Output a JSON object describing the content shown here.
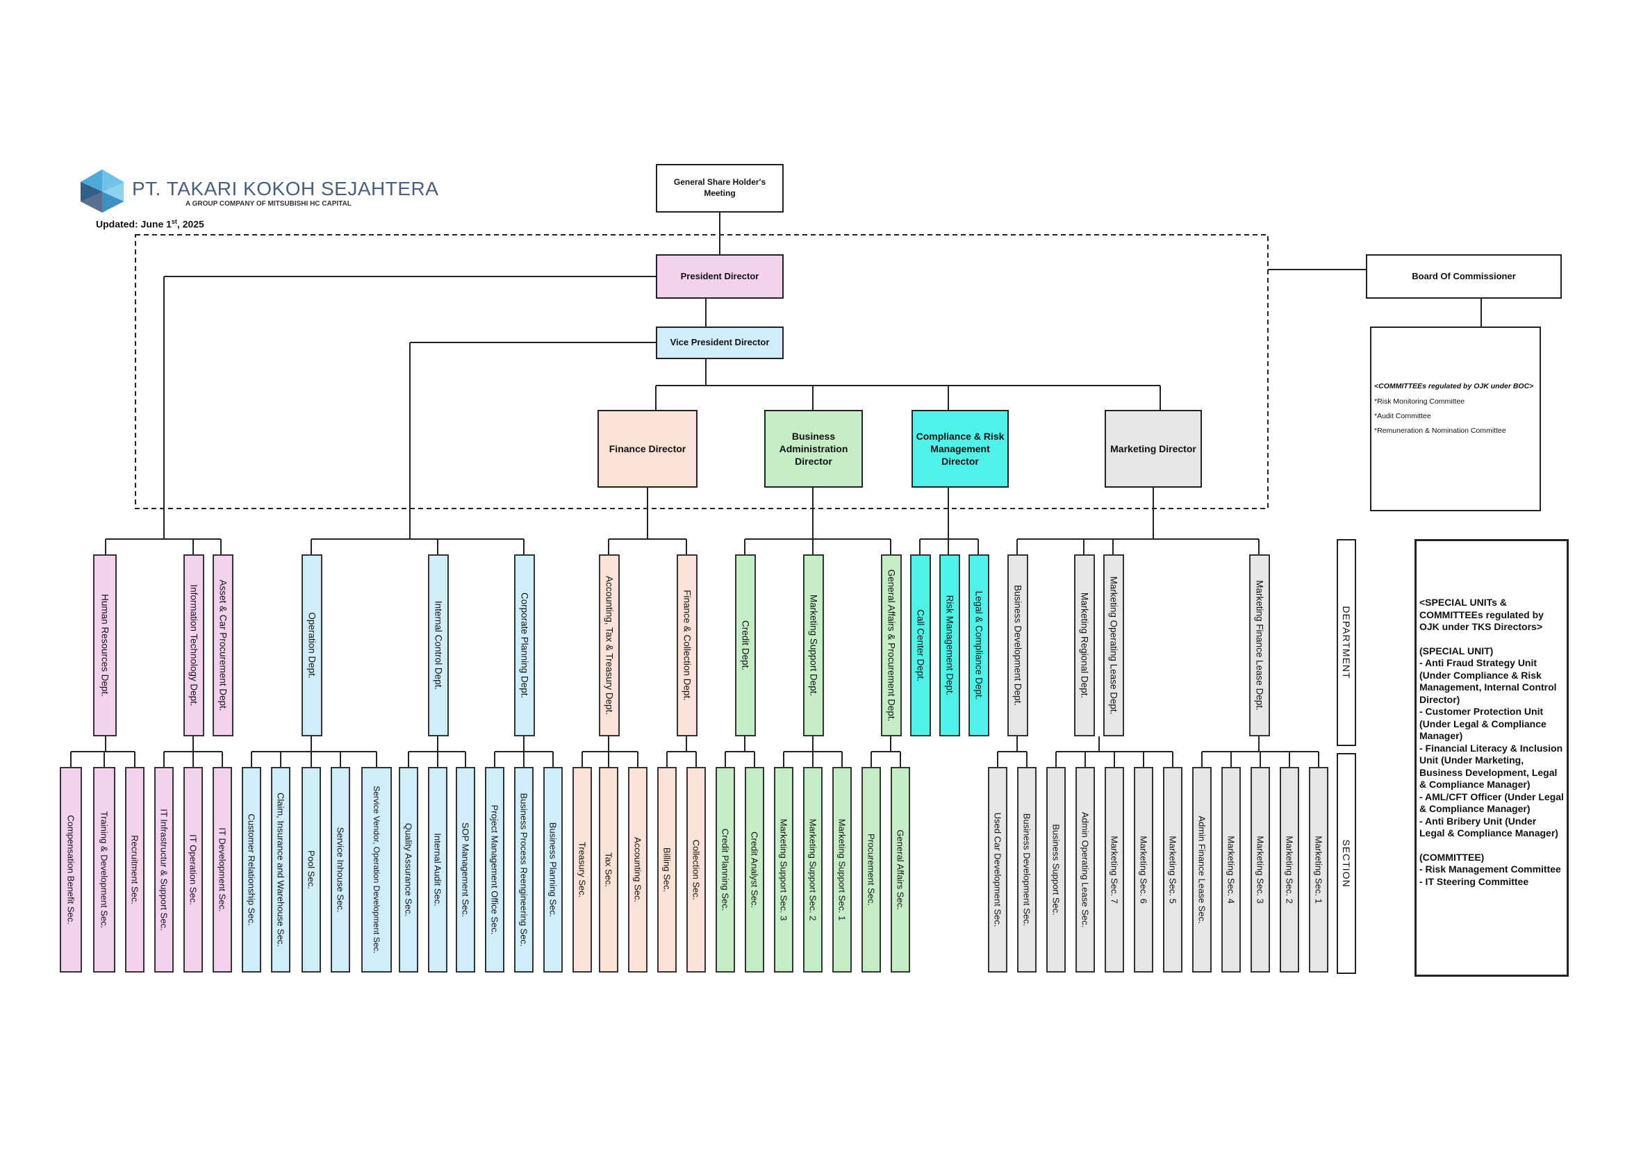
{
  "header": {
    "company_name": "PT. TAKARI KOKOH SEJAHTERA",
    "company_sub": "A GROUP COMPANY OF MITSUBISHI HC CAPITAL",
    "updated_prefix": "Updated: June 1",
    "updated_sup": "st",
    "updated_suffix": ", 2025"
  },
  "top": {
    "gsm": "General Share Holder's Meeting",
    "president": "President Director",
    "vice_president": "Vice President Director",
    "board": "Board Of Commissioner"
  },
  "directors": {
    "finance": "Finance Director",
    "business_admin": "Business Administration Director",
    "compliance_risk": "Compliance & Risk Management Director",
    "marketing": "Marketing Director"
  },
  "boc_committees": {
    "heading": "<COMMITTEEs regulated by OJK under BOC>",
    "items": [
      "*Risk Monitoring Committee",
      "*Audit Committee",
      "*Remuneration & Nomination Committee"
    ]
  },
  "departments": [
    "Human Resources Dept.",
    "Information Technology Dept.",
    "Asset & Car Procurement Dept.",
    "Operation Dept.",
    "Internal Control Dept.",
    "Corporate Planning Dept.",
    "Accounting, Tax & Treasury Dept.",
    "Finance & Collection Dept.",
    "Credit Dept.",
    "Marketing Support Dept.",
    "General Affairs & Procurement Dept.",
    "Call Center Dept.",
    "Risk Management Dept.",
    "Legal & Compliance Dept.",
    "Business Development Dept.",
    "Marketing Regional Dept.",
    "Marketing Operating Lease Dept.",
    "Marketing Finance Lease Dept."
  ],
  "sections": [
    "Compensation Benefit Sec.",
    "Training & Development Sec.",
    "Recruitment Sec.",
    "IT Infrastructur & Support Sec.",
    "IT Operation Sec.",
    "IT Development Sec.",
    "Customer Relationship Sec.",
    "Claim, Insurance and Warehouse Sec.",
    "Pool Sec.",
    "Service Inhouse Sec.",
    "Service Vendor, Operation Development Sec.",
    "Quality Assurance Sec.",
    "Internal Audit Sec.",
    "SOP Management Sec.",
    "Project Management Office Sec.",
    "Business Process Reengineering Sec.",
    "Business Planning Sec.",
    "Treasury Sec.",
    "Tax Sec.",
    "Accounting Sec.",
    "Billing Sec.",
    "Collection Sec.",
    "Credit Planning Sec.",
    "Credit Analyst Sec.",
    "Marketing Support Sec. 3",
    "Marketing Support Sec. 2",
    "Marketing Support Sec. 1",
    "Procurement Sec.",
    "General Affairs Sec.",
    "Used Car Development Sec.",
    "Business Development Sec.",
    "Business Support Sec.",
    "Admin Operating Lease Sec.",
    "Marketing Sec. 7",
    "Marketing Sec. 6",
    "Marketing Sec. 5",
    "Admin Finance Lease Sec.",
    "Marketing Sec. 4",
    "Marketing Sec. 3",
    "Marketing Sec. 2",
    "Marketing Sec. 1"
  ],
  "row_labels": {
    "department": "DEPARTMENT",
    "section": "SECTION"
  },
  "special_units": {
    "heading": "<SPECIAL UNITs & COMMITTEEs regulated by OJK under TKS Directors>",
    "unit_heading": "(SPECIAL UNIT)",
    "units": [
      "- Anti Fraud Strategy Unit (Under Compliance & Risk Management, Internal Control Director)",
      "- Customer Protection Unit (Under Legal & Compliance Manager)",
      "- Financial Literacy & Inclusion Unit (Under Marketing, Business Development, Legal & Compliance Manager)",
      "- AML/CFT Officer (Under Legal & Compliance Manager)",
      "- Anti Bribery Unit (Under Legal & Compliance Manager)"
    ],
    "committee_heading": "(COMMITTEE)",
    "committees": [
      "- Risk Management Committee",
      "- IT Steering Committee"
    ]
  },
  "colors": {
    "hr_it": "#f3d2ee",
    "operations": "#d0eefa",
    "finance": "#fbe2d6",
    "business_admin": "#c6eec6",
    "compliance": "#4ef2e8",
    "marketing": "#e6e6e6"
  }
}
